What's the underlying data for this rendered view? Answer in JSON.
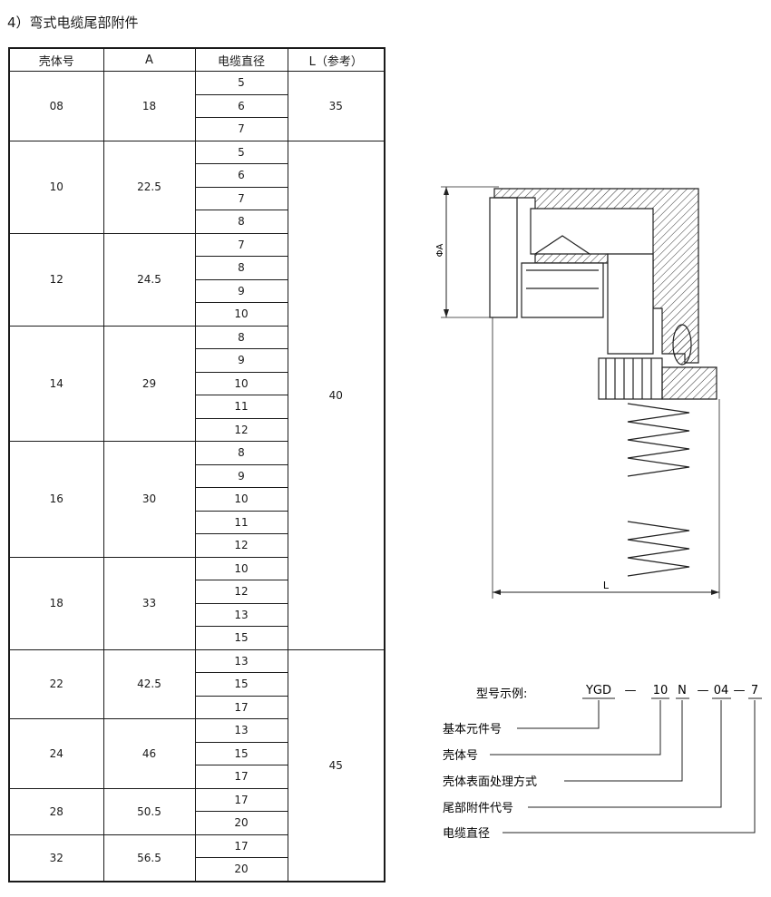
{
  "heading": "4）弯式电缆尾部附件",
  "table": {
    "headers": [
      "壳体号",
      "A",
      "电缆直径",
      "L（参考）"
    ],
    "groups": [
      {
        "shell": "08",
        "a": "18",
        "diameters": [
          "5",
          "6",
          "7"
        ]
      },
      {
        "shell": "10",
        "a": "22.5",
        "diameters": [
          "5",
          "6",
          "7",
          "8"
        ]
      },
      {
        "shell": "12",
        "a": "24.5",
        "diameters": [
          "7",
          "8",
          "9",
          "10"
        ]
      },
      {
        "shell": "14",
        "a": "29",
        "diameters": [
          "8",
          "9",
          "10",
          "11",
          "12"
        ]
      },
      {
        "shell": "16",
        "a": "30",
        "diameters": [
          "8",
          "9",
          "10",
          "11",
          "12"
        ]
      },
      {
        "shell": "18",
        "a": "33",
        "diameters": [
          "10",
          "12",
          "13",
          "15"
        ]
      },
      {
        "shell": "22",
        "a": "42.5",
        "diameters": [
          "13",
          "15",
          "17"
        ]
      },
      {
        "shell": "24",
        "a": "46",
        "diameters": [
          "13",
          "15",
          "17"
        ]
      },
      {
        "shell": "28",
        "a": "50.5",
        "diameters": [
          "17",
          "20"
        ]
      },
      {
        "shell": "32",
        "a": "56.5",
        "diameters": [
          "17",
          "20"
        ]
      }
    ],
    "l_values": [
      {
        "value": "35",
        "span_groups": 1
      },
      {
        "value": "40",
        "span_groups": 5
      },
      {
        "value": "45",
        "span_groups": 4
      }
    ]
  },
  "drawing": {
    "dim_a": "ΦA",
    "dim_l": "L"
  },
  "example": {
    "label": "型号示例:",
    "code": [
      "YGD",
      "—",
      "10",
      "N",
      "—",
      "04",
      "—",
      "7"
    ],
    "legend": [
      "基本元件号",
      "壳体号",
      "壳体表面处理方式",
      "尾部附件代号",
      "电缆直径"
    ]
  }
}
